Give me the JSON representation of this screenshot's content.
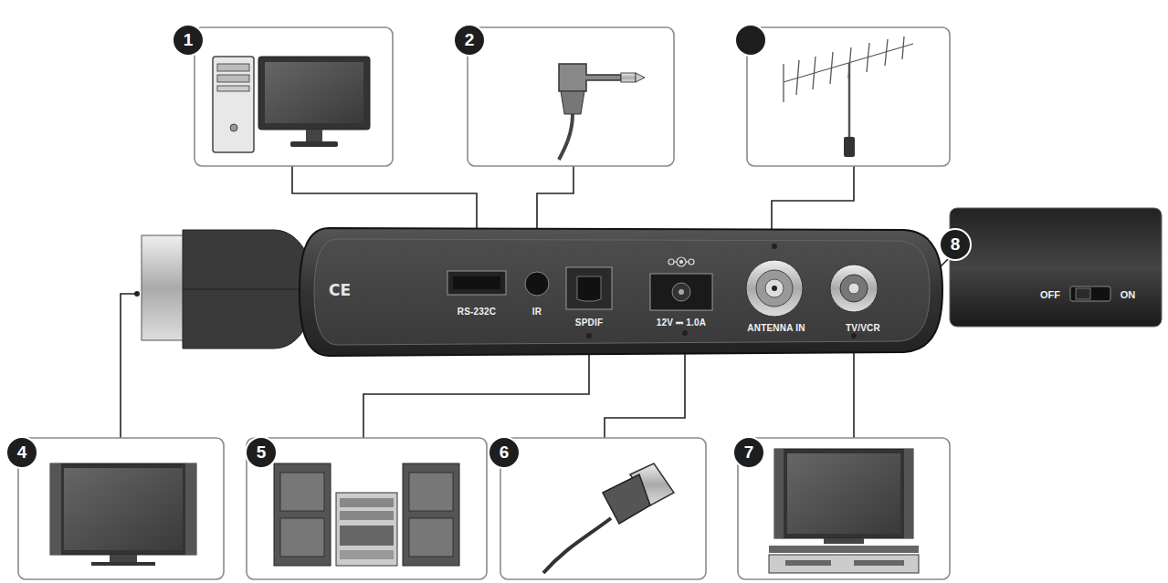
{
  "diagram": {
    "labels": [
      "1",
      "2",
      "4",
      "5",
      "6",
      "7",
      "8",
      "CE",
      "RS-232C",
      "IR",
      "SPDIF",
      "12V ⎓ 1.0A",
      "ANTENNA IN",
      "TV/VCR",
      "OFF",
      "ON"
    ]
  }
}
